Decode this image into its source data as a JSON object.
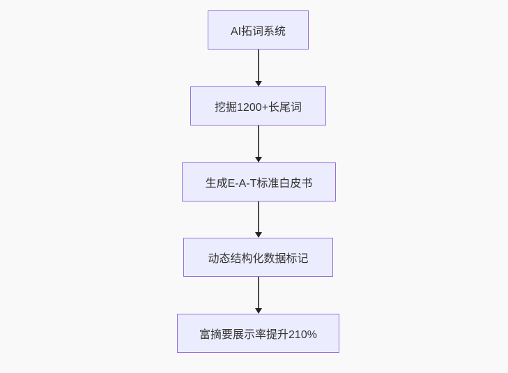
{
  "diagram": {
    "type": "flowchart",
    "direction": "top-down",
    "colors": {
      "background": "#f9f9f9",
      "node_fill": "#ececff",
      "node_border": "#9370db",
      "node_text": "#333333",
      "edge_line": "#4d4d4d",
      "arrowhead": "#222222"
    },
    "nodes": [
      {
        "id": "n1",
        "label": "AI拓词系统"
      },
      {
        "id": "n2",
        "label": "挖掘1200+长尾词"
      },
      {
        "id": "n3",
        "label": "生成E-A-T标准白皮书"
      },
      {
        "id": "n4",
        "label": "动态结构化数据标记"
      },
      {
        "id": "n5",
        "label": "富摘要展示率提升210%"
      }
    ],
    "edges": [
      {
        "from": "n1",
        "to": "n2"
      },
      {
        "from": "n2",
        "to": "n3"
      },
      {
        "from": "n3",
        "to": "n4"
      },
      {
        "from": "n4",
        "to": "n5"
      }
    ]
  }
}
